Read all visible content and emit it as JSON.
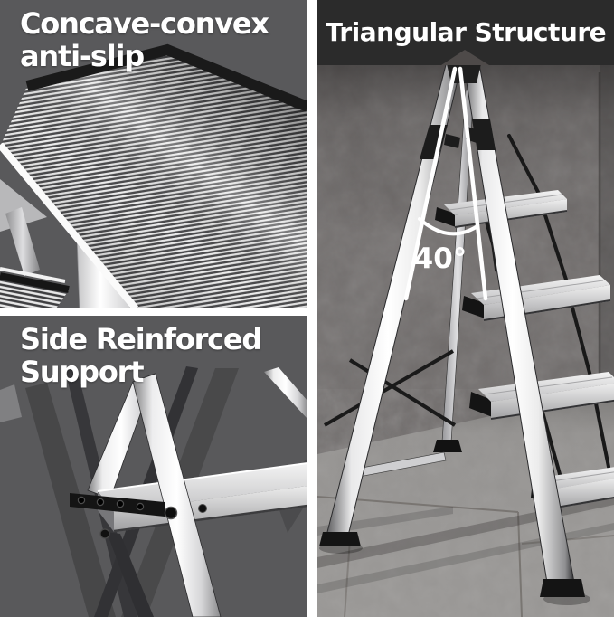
{
  "panels": {
    "anti_slip": {
      "title_line1": "Concave-convex",
      "title_line2": "anti-slip"
    },
    "support": {
      "title_line1": "Side Reinforced",
      "title_line2": "Support"
    },
    "structure": {
      "title": "Triangular Structure",
      "angle_label": "40°"
    }
  },
  "colors": {
    "panel_background": "#59595b",
    "banner_background": "#2b2b2b",
    "wall": "#6b6766",
    "floor": "#9a9896",
    "headline_text": "#ffffff",
    "annotation": "#ffffff"
  }
}
